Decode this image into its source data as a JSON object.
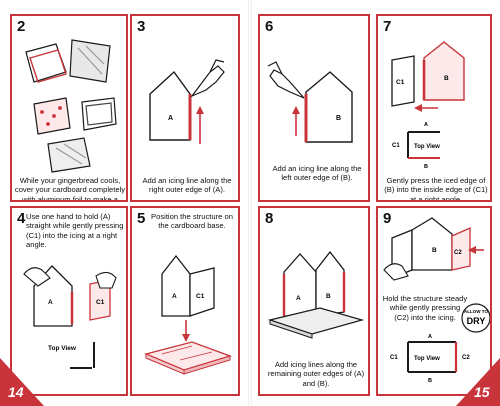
{
  "colors": {
    "accent": "#c9343a",
    "ink": "#1a1a1a",
    "paper": "#ffffff"
  },
  "left_page": {
    "page_number": "14",
    "steps": [
      {
        "number": "2",
        "caption": "While your gingerbread cools, cover your cardboard completely with aluminum foil to make a base."
      },
      {
        "number": "3",
        "caption": "Add an icing line along the right outer edge of (A)."
      },
      {
        "number": "4",
        "caption": "Use one hand to hold (A) straight while gently pressing (C1) into the icing at a right angle."
      },
      {
        "number": "5",
        "caption": "Position the structure on the cardboard base."
      }
    ],
    "labels": {
      "a": "A",
      "c1": "C1",
      "top_view": "Top View"
    }
  },
  "right_page": {
    "page_number": "15",
    "steps": [
      {
        "number": "6",
        "caption": "Add an icing line along the left outer edge of (B)."
      },
      {
        "number": "7",
        "caption": "Gently press the iced edge of (B) into the inside edge of (C1) at a right angle."
      },
      {
        "number": "8",
        "caption": "Add icing lines along the remaining outer edges of (A) and (B)."
      },
      {
        "number": "9",
        "caption": "Hold the structure steady while gently pressing (C2) into the icing."
      }
    ],
    "labels": {
      "a": "A",
      "b": "B",
      "c1": "C1",
      "c2": "C2",
      "top_view": "Top View",
      "badge_line1": "ALLOW TO",
      "badge_line2": "DRY"
    }
  }
}
